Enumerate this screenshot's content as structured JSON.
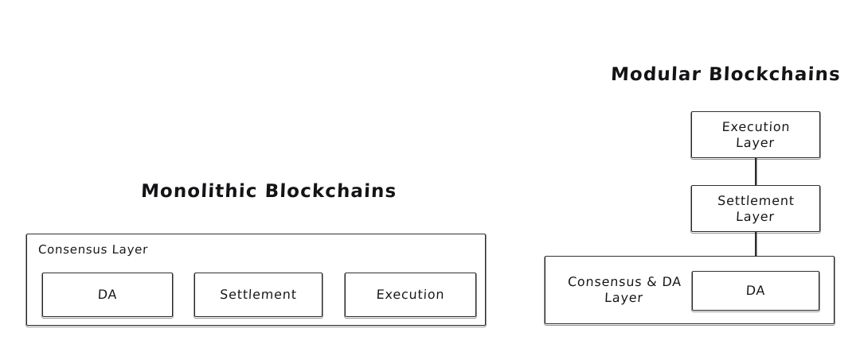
{
  "diagram": {
    "background_color": "#ffffff",
    "stroke_color": "#252529",
    "text_color": "#17171a",
    "style": "hand-drawn-sketch"
  },
  "monolithic": {
    "title": "Monolithic Blockchains",
    "outer_box": {
      "label": "Consensus Layer"
    },
    "components": [
      {
        "label": "DA"
      },
      {
        "label": "Settlement"
      },
      {
        "label": "Execution"
      }
    ]
  },
  "modular": {
    "title": "Modular Blockchains",
    "stack": [
      {
        "label": "Execution\nLayer"
      },
      {
        "label": "Settlement\nLayer"
      }
    ],
    "base_box": {
      "label": "Consensus & DA\nLayer",
      "inner": {
        "label": "DA"
      }
    },
    "connectors": [
      {
        "from": "Execution Layer",
        "to": "Settlement Layer"
      },
      {
        "from": "Settlement Layer",
        "to": "Consensus & DA Layer"
      }
    ]
  }
}
